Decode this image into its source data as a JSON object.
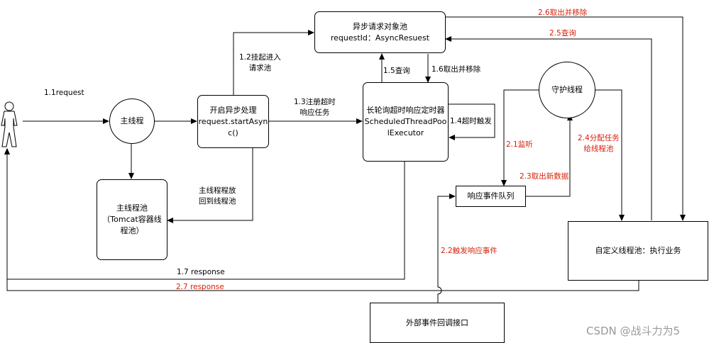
{
  "nodes": {
    "pool": "异步请求对象池\nrequestId：AsyncResuest",
    "main_thread": "主线程",
    "start_async": "开启异步处理\nrequest.startAsyn\nc()",
    "scheduler": "长轮询超时响应定时器\nScheduledThreadPoo\nlExecutor",
    "guard": "守护线程",
    "main_pool": "主线程池\n（Tomcat容器线\n程池）",
    "event_queue": "响应事件队列",
    "custom_pool": "自定义线程池：执行业务",
    "external": "外部事件回调接口"
  },
  "edge_labels": {
    "e11": "1.1request",
    "e12": "1.2挂起进入\n请求池",
    "e13": "1.3注册超时\n响应任务",
    "e14": "1.4超时触发",
    "e15": "1.5查询",
    "e16": "1.6取出并移除",
    "e17": "1.7 response",
    "release": "主线程程放\n回到线程池",
    "e21": "2.1监听",
    "e22": "2.2触发响应事件",
    "e23": "2.3取出新数据",
    "e24": "2.4分配任务\n给线程池",
    "e25": "2.5查询",
    "e26": "2.6取出并移除",
    "e27": "2.7 response"
  },
  "colors": {
    "line": "#000000",
    "highlight": "#d81e06",
    "watermark": "#999999"
  },
  "icons": {
    "actor": "person-icon"
  },
  "watermark": "CSDN @战斗力为5"
}
